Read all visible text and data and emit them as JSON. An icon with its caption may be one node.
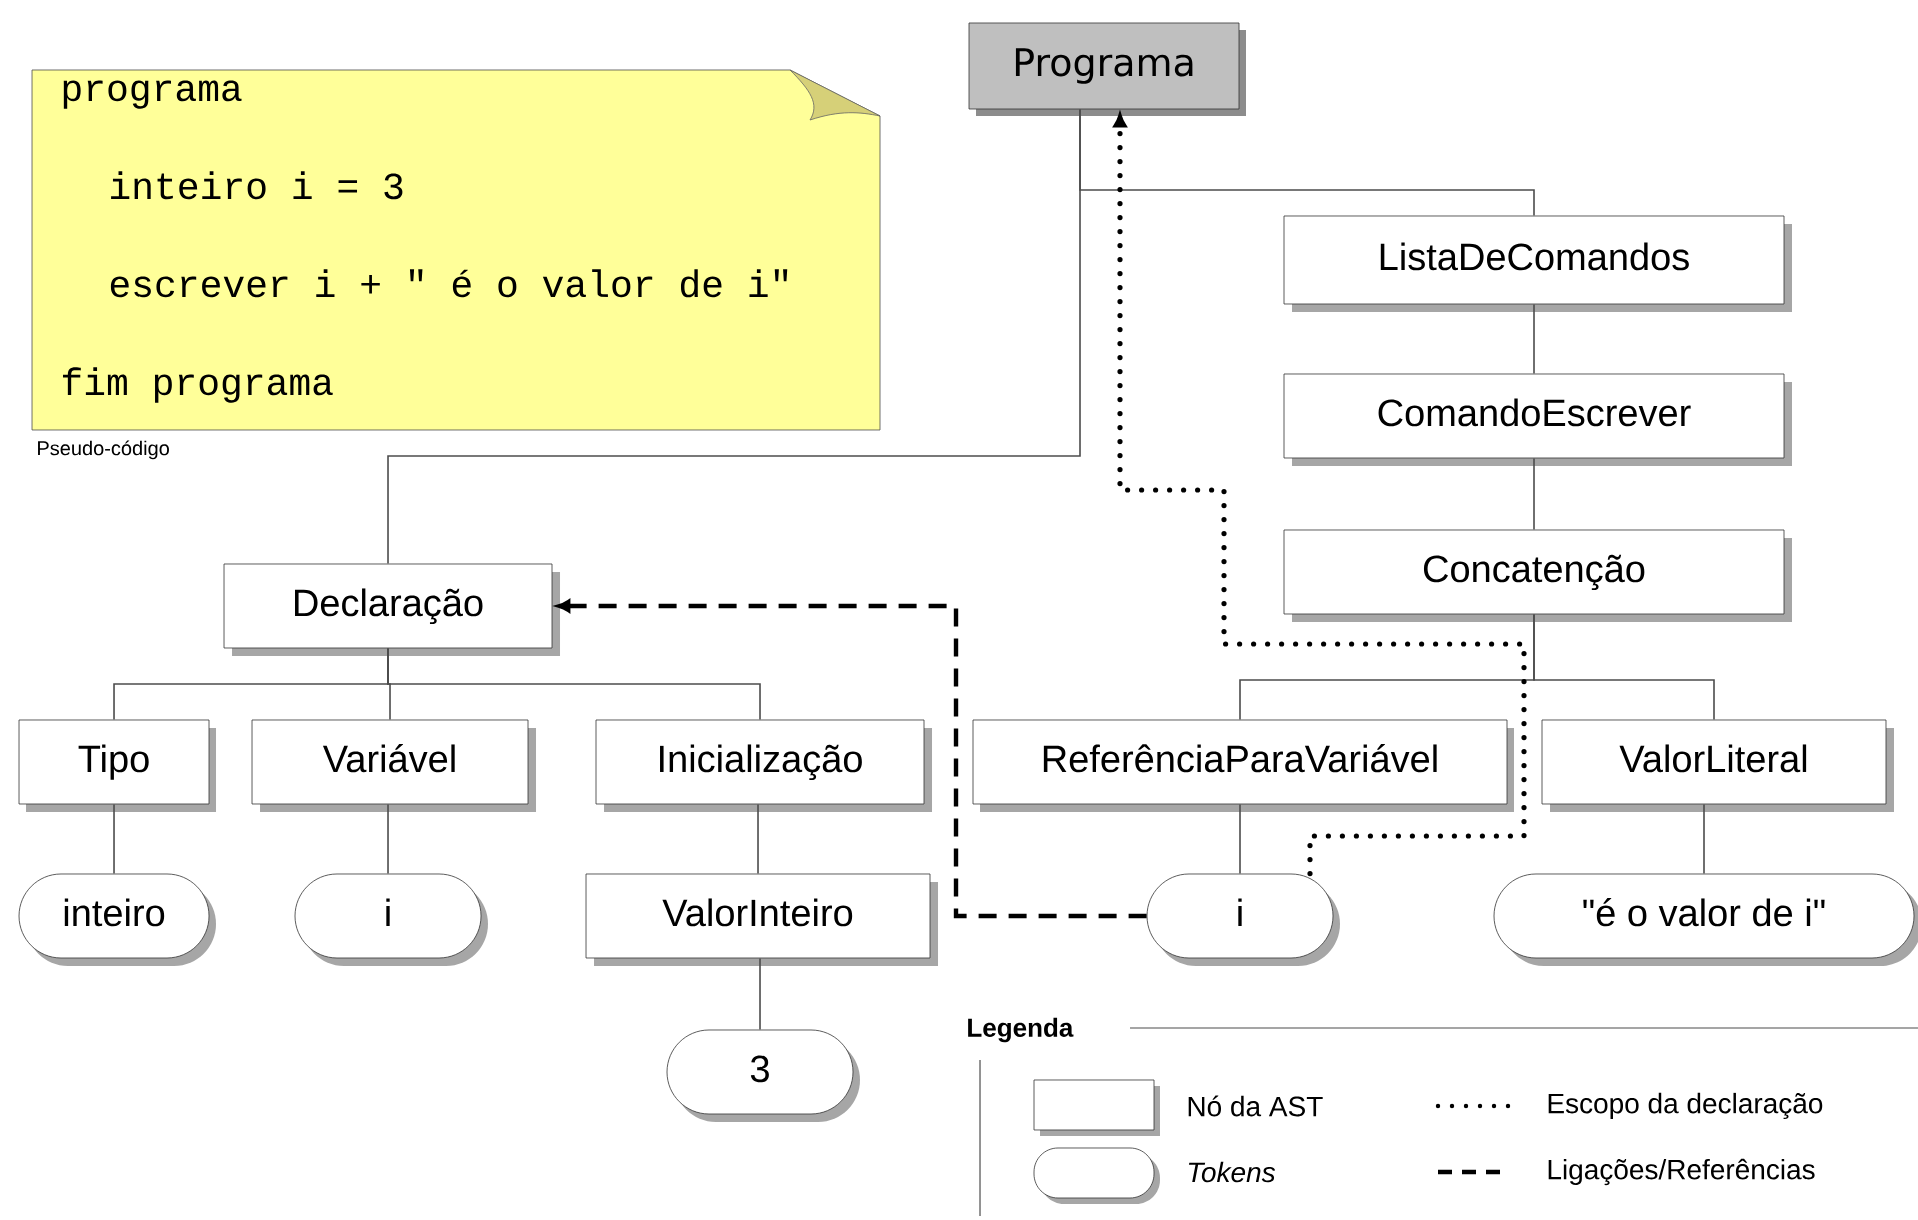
{
  "diagram": {
    "nodes": [
      {
        "text": [
          "Programa"
        ]
      },
      {
        "text": [
          "programa",
          "inteiro i = 3",
          "escrever i + \" é o valor de i\"",
          "fim programa"
        ],
        "beside": [
          "Pseudo-código"
        ]
      },
      {
        "text": [
          "ListaDeComandos"
        ]
      },
      {
        "text": [
          "ComandoEscrever"
        ]
      },
      {
        "text": [
          "Concatenção"
        ]
      },
      {
        "text": [
          "Declaração"
        ]
      },
      {
        "text": [
          "Tipo"
        ]
      },
      {
        "text": [
          "Variável"
        ]
      },
      {
        "text": [
          "Inicialização"
        ]
      },
      {
        "text": [
          "ReferênciaParaVariável"
        ]
      },
      {
        "text": [
          "ValorLiteral"
        ]
      },
      {
        "text": [
          "inteiro"
        ]
      },
      {
        "text": [
          "i"
        ]
      },
      {
        "text": [
          "ValorInteiro"
        ]
      },
      {
        "text": [
          "i"
        ]
      },
      {
        "text": [
          "\"é o valor de i\""
        ]
      },
      {
        "text": [
          "3"
        ]
      }
    ],
    "edges": [
      {
        "from": 0,
        "to": 5,
        "arrow": "none"
      },
      {
        "from": 0,
        "to": 2,
        "arrow": "none"
      },
      {
        "from": 2,
        "to": 3,
        "arrow": "none"
      },
      {
        "from": 3,
        "to": 4,
        "arrow": "none"
      },
      {
        "from": 4,
        "to": 9,
        "arrow": "none"
      },
      {
        "from": 4,
        "to": 10,
        "arrow": "none"
      },
      {
        "from": 5,
        "to": 6,
        "arrow": "none"
      },
      {
        "from": 5,
        "to": 7,
        "arrow": "none"
      },
      {
        "from": 5,
        "to": 8,
        "arrow": "none"
      },
      {
        "from": 6,
        "to": 11,
        "arrow": "none"
      },
      {
        "from": 7,
        "to": 12,
        "arrow": "none"
      },
      {
        "from": 8,
        "to": 13,
        "arrow": "none"
      },
      {
        "from": 13,
        "to": 16,
        "arrow": "none"
      },
      {
        "from": 9,
        "to": 14,
        "arrow": "none"
      },
      {
        "from": 10,
        "to": 15,
        "arrow": "none"
      },
      {
        "from": 14,
        "to": 5,
        "arrow": "to",
        "style": "dashed"
      },
      {
        "from": 14,
        "to": 0,
        "arrow": "to",
        "style": "dashed"
      }
    ],
    "labels": [
      "Legenda"
    ],
    "legend": [
      {
        "text": "Nó da AST"
      },
      {
        "text": "Escopo da declaração"
      },
      {
        "text": "Tokens"
      },
      {
        "text": "Ligações/Referências"
      }
    ]
  }
}
